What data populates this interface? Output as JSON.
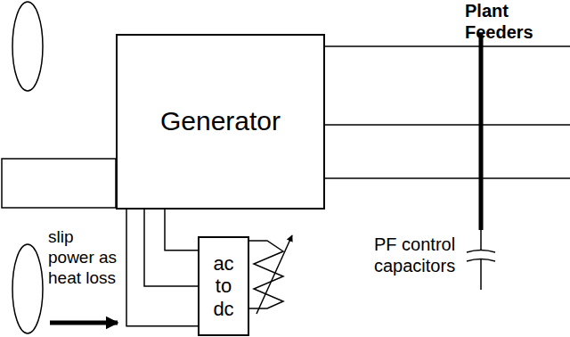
{
  "diagram": {
    "nodes": [
      {
        "text": [
          "Generator"
        ]
      },
      {
        "text": [
          "ac to dc"
        ]
      }
    ],
    "edges": [
      {
        "from": 0,
        "to": 1,
        "arrow": "none"
      },
      {
        "from": 0,
        "to": 1,
        "arrow": "none"
      },
      {
        "from": 0,
        "to": 1,
        "arrow": "none"
      }
    ],
    "labels": [
      "Plant Feeders",
      "slip power as heat loss",
      "PF control capacitors"
    ]
  }
}
